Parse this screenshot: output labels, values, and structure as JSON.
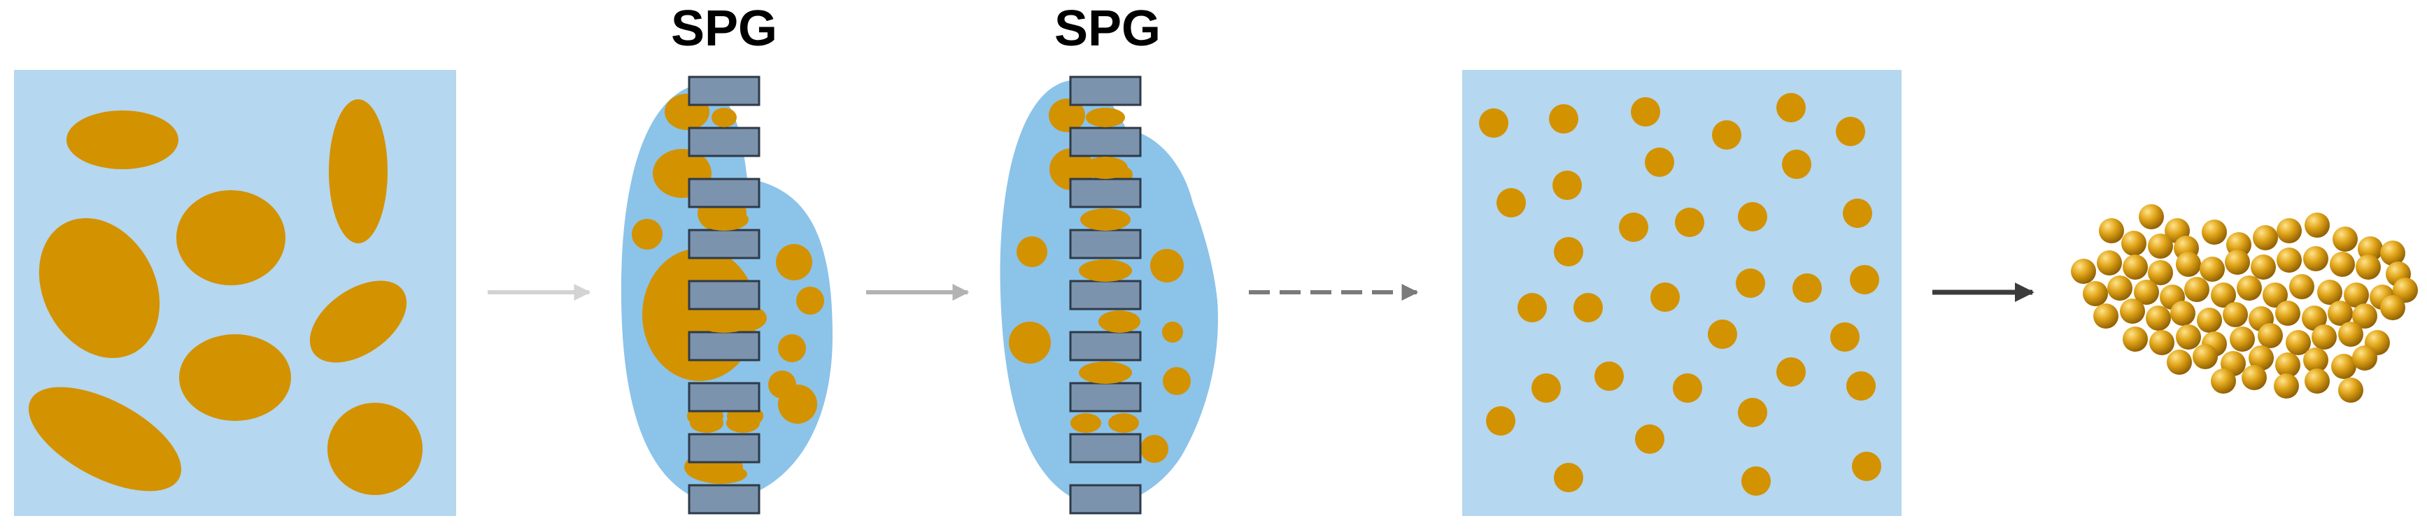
{
  "labels": {
    "spg_1": "SPG",
    "spg_2": "SPG"
  },
  "stages": [
    {
      "name": "coarse-emulsion"
    },
    {
      "name": "spg-membrane-pass-1"
    },
    {
      "name": "spg-membrane-pass-2"
    },
    {
      "name": "fine-emulsion"
    },
    {
      "name": "nanoparticle-cluster"
    }
  ],
  "arrows": [
    {
      "name": "arrow-1",
      "style": "solid",
      "color": "#d3d3d3"
    },
    {
      "name": "arrow-2",
      "style": "solid",
      "color": "#b3b3b3"
    },
    {
      "name": "arrow-3",
      "style": "dashed",
      "color": "#7a7a7a"
    },
    {
      "name": "arrow-4",
      "style": "solid",
      "color": "#3b3b3b"
    }
  ],
  "colors": {
    "continuous_phase": "#b5d7ef",
    "membrane_bulge": "#8cc3e9",
    "droplet": "#d39200",
    "membrane_pore": "#7b93ad",
    "pore_border": "#2e3a48",
    "particle_light": "#ffd45c",
    "particle_dark": "#8f5f00"
  }
}
